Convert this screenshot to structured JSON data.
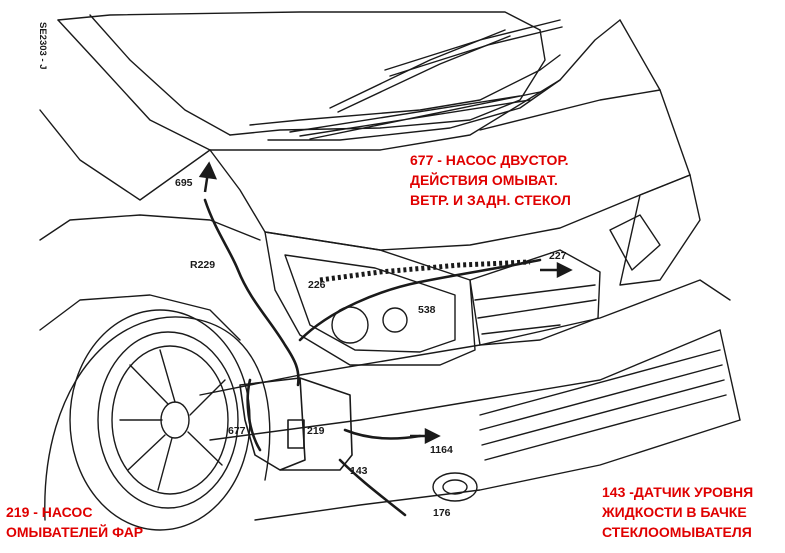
{
  "drawing_code": "SE2303 - J",
  "callouts": {
    "c695": "695",
    "r229": "R229",
    "c226": "226",
    "c538": "538",
    "c227": "227",
    "c677": "677",
    "c219": "219",
    "c1164": "1164",
    "c143": "143",
    "c176": "176"
  },
  "notes": {
    "n677": {
      "line1": "677 - НАСОС ДВУСТОР.",
      "line2": "ДЕЙСТВИЯ ОМЫВАТ.",
      "line3": "ВЕТР. И ЗАДН. СТЕКОЛ"
    },
    "n219": {
      "line1": "219 - НАСОС",
      "line2": "ОМЫВАТЕЛЕЙ ФАР"
    },
    "n143": {
      "line1": "143 -ДАТЧИК УРОВНЯ",
      "line2": "ЖИДКОСТИ В БАЧКЕ",
      "line3": "СТЕКЛООМЫВАТЕЛЯ"
    }
  },
  "colors": {
    "note_red": "#e00000",
    "line": "#1a1a1a"
  }
}
